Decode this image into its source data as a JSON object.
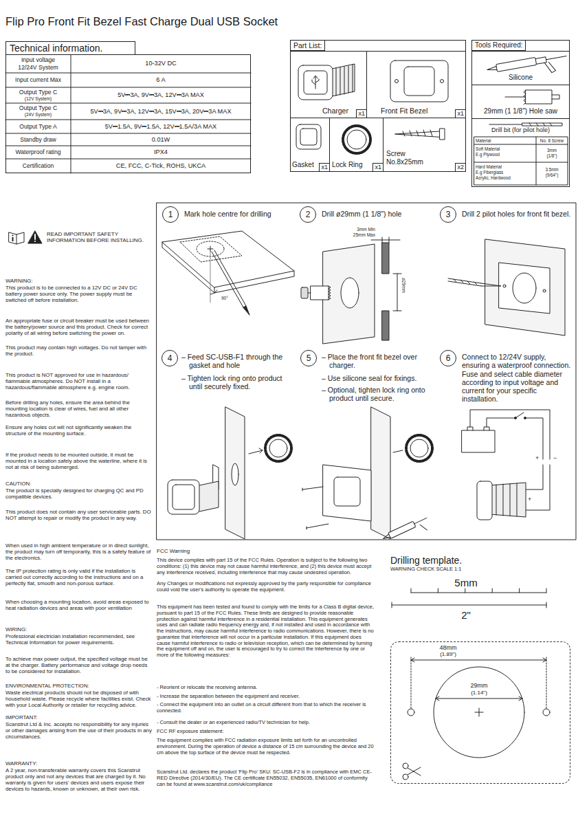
{
  "diagram": {
    "title": "Flip Pro Front Fit Bezel Fast Charge Dual USB Socket",
    "nodes": [
      {
        "text": [
          "Technical information."
        ]
      },
      {
        "text": [
          "Part List:"
        ]
      },
      {
        "text": [
          "Charger",
          "x1"
        ],
        "in": 1
      },
      {
        "text": [
          "Front Fit Bezel",
          "x1"
        ],
        "in": 1
      },
      {
        "text": [
          "Gasket",
          "x1"
        ],
        "in": 1
      },
      {
        "text": [
          "Lock Ring",
          "x1"
        ],
        "in": 1
      },
      {
        "text": [
          "Screw No.8x25mm",
          "x2"
        ],
        "in": 1
      },
      {
        "text": [
          "Tools Required:"
        ]
      },
      {
        "text": [
          "Silicone"
        ],
        "in": 7
      },
      {
        "text": [
          "29mm (1 1/8\") Hole saw"
        ],
        "in": 7
      },
      {
        "text": [
          "Drill bit (for pilot hole)"
        ],
        "in": 7
      },
      {
        "text": [
          "1"
        ]
      },
      {
        "text": [
          "2"
        ]
      },
      {
        "text": [
          "3"
        ]
      },
      {
        "text": [
          "4"
        ]
      },
      {
        "text": [
          "5"
        ]
      },
      {
        "text": [
          "6"
        ]
      },
      {
        "text": [
          "Drilling template.",
          "WARNING CHECK SCALE 1:1"
        ]
      }
    ],
    "labels": [
      "Input voltage",
      "12/24V System",
      "10-32V DC",
      "Input current Max",
      "6 A",
      "Output Type C",
      "(12V System)",
      "5V⎓3A, 9V⎓3A, 12V⎓3A MAX",
      "Output Type C",
      "(24V System)",
      "5V⎓3A, 9V⎓3A, 12V⎓3A, 15V⎓3A, 20V⎓3A MAX",
      "Output Type A",
      "5V⎓1.5A, 9V⎓1.5A, 12V⎓1.5A/3A MAX",
      "Standby draw",
      "0.01W",
      "Waterproof rating",
      "IPX4",
      "Certification",
      "CE, FCC, C-Tick, ROHS, UKCA",
      "Material",
      "No. 8 Screw",
      "Soft Material",
      "E.g Plywood",
      "3mm",
      "(1/8\")",
      "Hard Material",
      "E.g Fiberglass",
      "Acrylic, Hardwood",
      "3.5mm",
      "(9/64\")",
      "READ IMPORTANT SAFETY INFORMATION BEFORE INSTALLING.",
      "WARNING:",
      "This product is to be connected to a 12V DC or 24V DC battery power source only. The power supply must be switched off before installation.",
      "An appropriate fuse or circuit breaker must be used between the battery/power source and this product. Check for correct polarity of all wiring before switching the power on.",
      "This product may contain high voltages. Do not tamper with the product.",
      "This product is NOT approved for use in hazardous/ flammable atmospheres. Do NOT install in a hazardous/flammable atmosphere e.g. engine room.",
      "Before drilling any holes, ensure the area behind the mounting location is clear of wires, fuel and all other hazardous objects.",
      "Ensure any holes cut will not significantly weaken the structure of the mounting surface.",
      "If the product needs to be mounted outside, it must be mounted in a location safely above the waterline, where it is not at risk of being submerged.",
      "CAUTION:",
      "The product is specially designed for charging QC and PD compatible devices.",
      "This product does not contain any user serviceable parts. DO NOT attempt to repair or modify the product in any way.",
      "When used in high ambient temperature or in direct sunlight, the product may turn off temporarily, this is a safety feature of the electronics.",
      "The IP protection rating is only valid if the installation is carried out correctly according to the instructions and on a perfectly flat, smooth and non-porous surface.",
      "When choosing a mounting location, avoid areas exposed to heat radiation devices and areas with poor ventilation",
      "WIRING:",
      "Professional electrician installation recommended, see Technical Information for power requirements.",
      "To achieve max power output, the specified voltage must be at the charger. Battery performance and voltage drop needs to be considered for installation.",
      "ENVIRONMENTAL PROTECTION:",
      "Waste electrical products should not be disposed of with household waste. Please recycle where facilities exist. Check with your Local Authority or retailer for recycling advice.",
      "IMPORTANT:",
      "Scanstrut Ltd & Inc. accepts no responsibility for any injuries or other damages arising from the use of their products in any circumstances.",
      "WARRANTY:",
      "A 2 year, non-transferable warranty covers this Scanstrut product only and not any devices that are charged by it. No warranty is given for users' devices and users expose their devices to hazards, known or unknown, at their own risk.",
      "Mark hole centre for drilling",
      "Drill ø29mm (1 1/8\") hole",
      "Drill 2 pilot holes for front fit bezel.",
      "90°",
      "3mm Min",
      "25mm Max",
      "ø29mm",
      "– Feed SC-USB-F1 through the gasket and hole",
      "– Tighten lock ring onto product until securely fixed.",
      "– Place the front fit bezel over charger.",
      "– Use silicone seal for fixings.",
      "– Optional, tighten lock ring onto product until secure.",
      "Connect to 12/24V supply, ensuring a waterproof connection. Fuse and select cable diameter according to input voltage and current for your specific installation.",
      "+",
      "−",
      "+",
      "FCC Warning",
      "This device complies with part 15 of the FCC Rules. Operation is subject to the following two conditions: (1) this device may not cause harmful interference, and (2) this device must accept any interference received, including interference that may cause undesired operation.",
      "Any Changes or modifications not expressly approved by the party responsible for compliance could void the user's authority to operate the equipment.",
      "This equipment has been tested and found to comply with the limits for a Class B digital device, pursuant to part 15 of the FCC Rules. These limits are designed to provide reasonable protection against harmful interference in a residential installation. This equipment generates uses and can radiate radio frequency energy and, if not installed and used in accordance with the instructions, may cause harmful interference to radio communications. However, there is no guarantee that interference will not occur in a particular installation. If this equipment does cause harmful interference to radio or television reception, which can be determined by turning the equipment off and on, the user is encouraged to try to correct the interference by one or more of the following measures:",
      "- Reorient or relocate the receiving antenna.",
      "- Increase the separation between the equipment and receiver.",
      "- Connect the equipment into an outlet on a circuit different from that to which the receiver is connected.",
      "- Consult the dealer or an experienced radio/TV technician for help.",
      "FCC RF exposure statement:",
      "The equipment complies with FCC radiation exposure limits set forth for an uncontrolled environment. During the operation of device a distance of 15 cm surrounding the device and 20 cm above the top surface of the device must be respected.",
      "Scanstrut Ltd. declares the product 'Flip Pro' SKU: SC-USB-F2 is in compliance with EMC CE-RED Directive (2014/30/EU). The CE certificate EN55032, EN55035, EN61000 of conformity can be found at www.scanstrut.com/uk/compliance",
      "5mm",
      "2\"",
      "48mm",
      "(1.89\")",
      "29mm",
      "(1.14\")"
    ]
  }
}
